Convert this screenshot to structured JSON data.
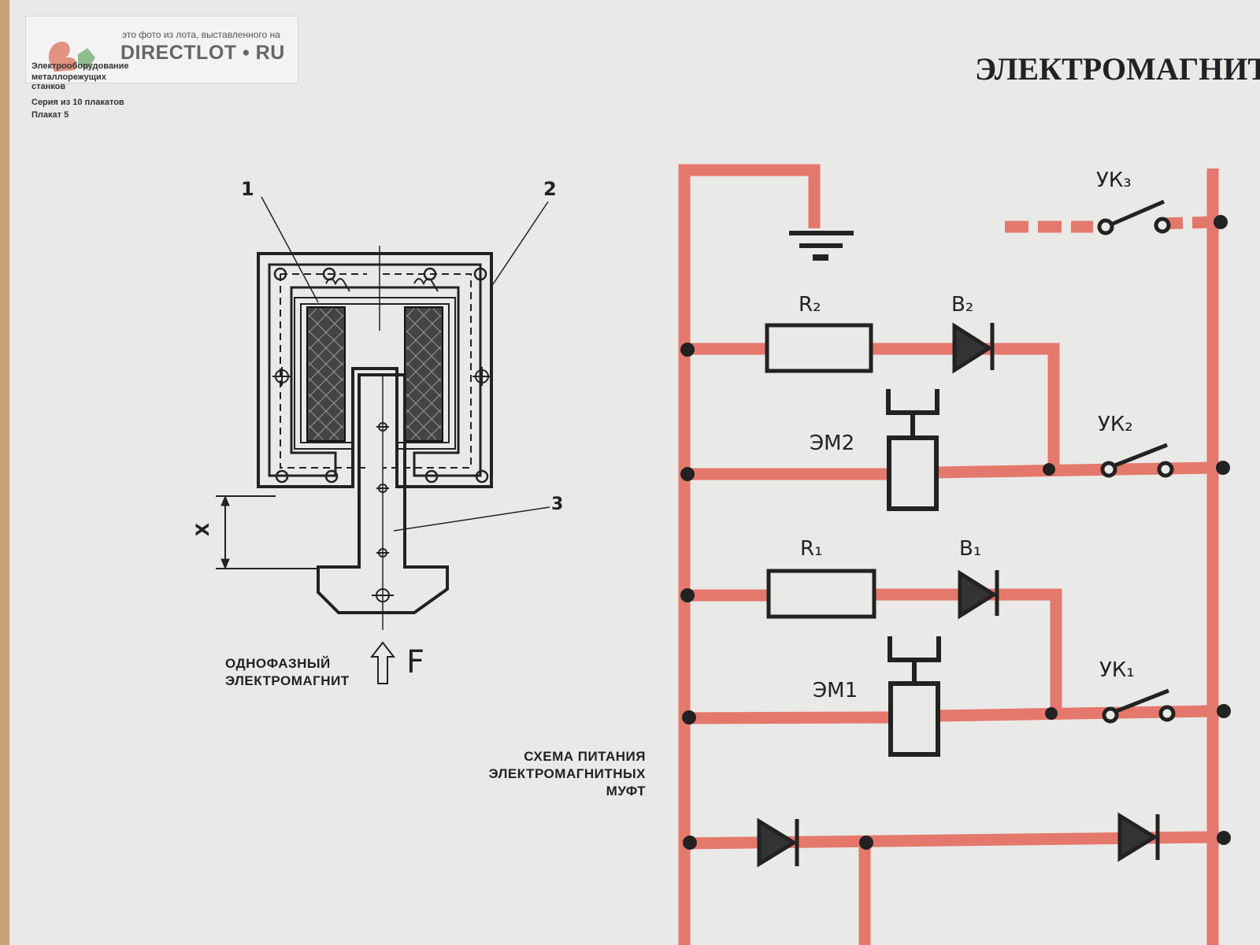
{
  "watermark": {
    "caption": "это фото из лота, выставленного на",
    "brand": "DIRECTLOT • RU"
  },
  "header": {
    "series_line1": "Электрооборудование",
    "series_line2": "металлорежущих",
    "series_line3": "станков",
    "series_count": "Серия из 10 плакатов",
    "poster_number": "Плакат 5"
  },
  "title": "ЭЛЕКТРОМАГНИТ",
  "magnet": {
    "label_1": "1",
    "label_2": "2",
    "label_3": "3",
    "label_x": "X",
    "label_f": "F",
    "caption_line1": "ОДНОФАЗНЫЙ",
    "caption_line2": "ЭЛЕКТРОМАГНИТ"
  },
  "circuit": {
    "caption_line1": "СХЕМА ПИТАНИЯ",
    "caption_line2": "ЭЛЕКТРОМАГНИТНЫХ",
    "caption_line3": "МУФТ",
    "uk3": "УК₃",
    "r2": "R₂",
    "b2": "В₂",
    "em2": "ЭМ2",
    "uk2": "УК₂",
    "r1": "R₁",
    "b1": "В₁",
    "em1": "ЭМ1",
    "uk1": "УК₁"
  },
  "colors": {
    "paper": "#e9e9e7",
    "wire": "#e5786c",
    "ink": "#222222"
  }
}
